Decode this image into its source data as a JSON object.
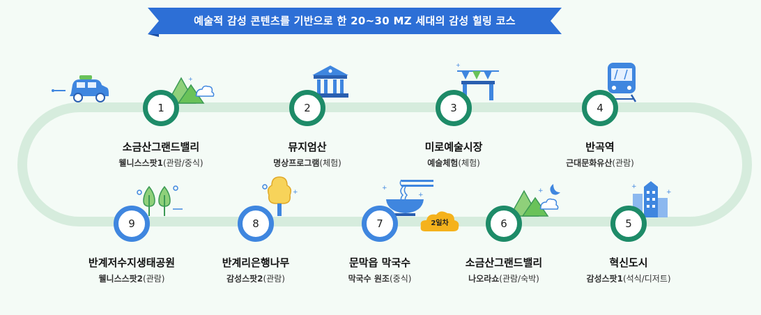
{
  "banner": {
    "text": "예술적 감성 콘텐츠를 기반으로 한 20~30 MZ 세대의 감성 힐링 코스"
  },
  "badge": {
    "text": "2일차"
  },
  "stops": [
    {
      "num": "1",
      "title": "소금산그랜드밸리",
      "sub_bold": "웰니스스팟1",
      "sub_rest": "(관람/중식)"
    },
    {
      "num": "2",
      "title": "뮤지엄산",
      "sub_bold": "명상프로그램",
      "sub_rest": "(체험)"
    },
    {
      "num": "3",
      "title": "미로예술시장",
      "sub_bold": "예술체험",
      "sub_rest": "(체험)"
    },
    {
      "num": "4",
      "title": "반곡역",
      "sub_bold": "근대문화유산",
      "sub_rest": "(관람)"
    },
    {
      "num": "5",
      "title": "혁신도시",
      "sub_bold": "감성스팟1",
      "sub_rest": "(석식/디저트)"
    },
    {
      "num": "6",
      "title": "소금산그랜드밸리",
      "sub_bold": "나오라쇼",
      "sub_rest": "(관람/숙박)"
    },
    {
      "num": "7",
      "title": "문막읍 막국수",
      "sub_bold": "막국수 원조",
      "sub_rest": "(중식)"
    },
    {
      "num": "8",
      "title": "반계리은행나무",
      "sub_bold": "감성스팟2",
      "sub_rest": "(관람)"
    },
    {
      "num": "9",
      "title": "반계저수지생태공원",
      "sub_bold": "웰니스스팟2",
      "sub_rest": "(관람)"
    }
  ],
  "colors": {
    "day1": "#1e8b68",
    "day2": "#3f86df",
    "track": "#d6ecdd",
    "banner": "#2d6fd6",
    "badge": "#f5b21c"
  }
}
